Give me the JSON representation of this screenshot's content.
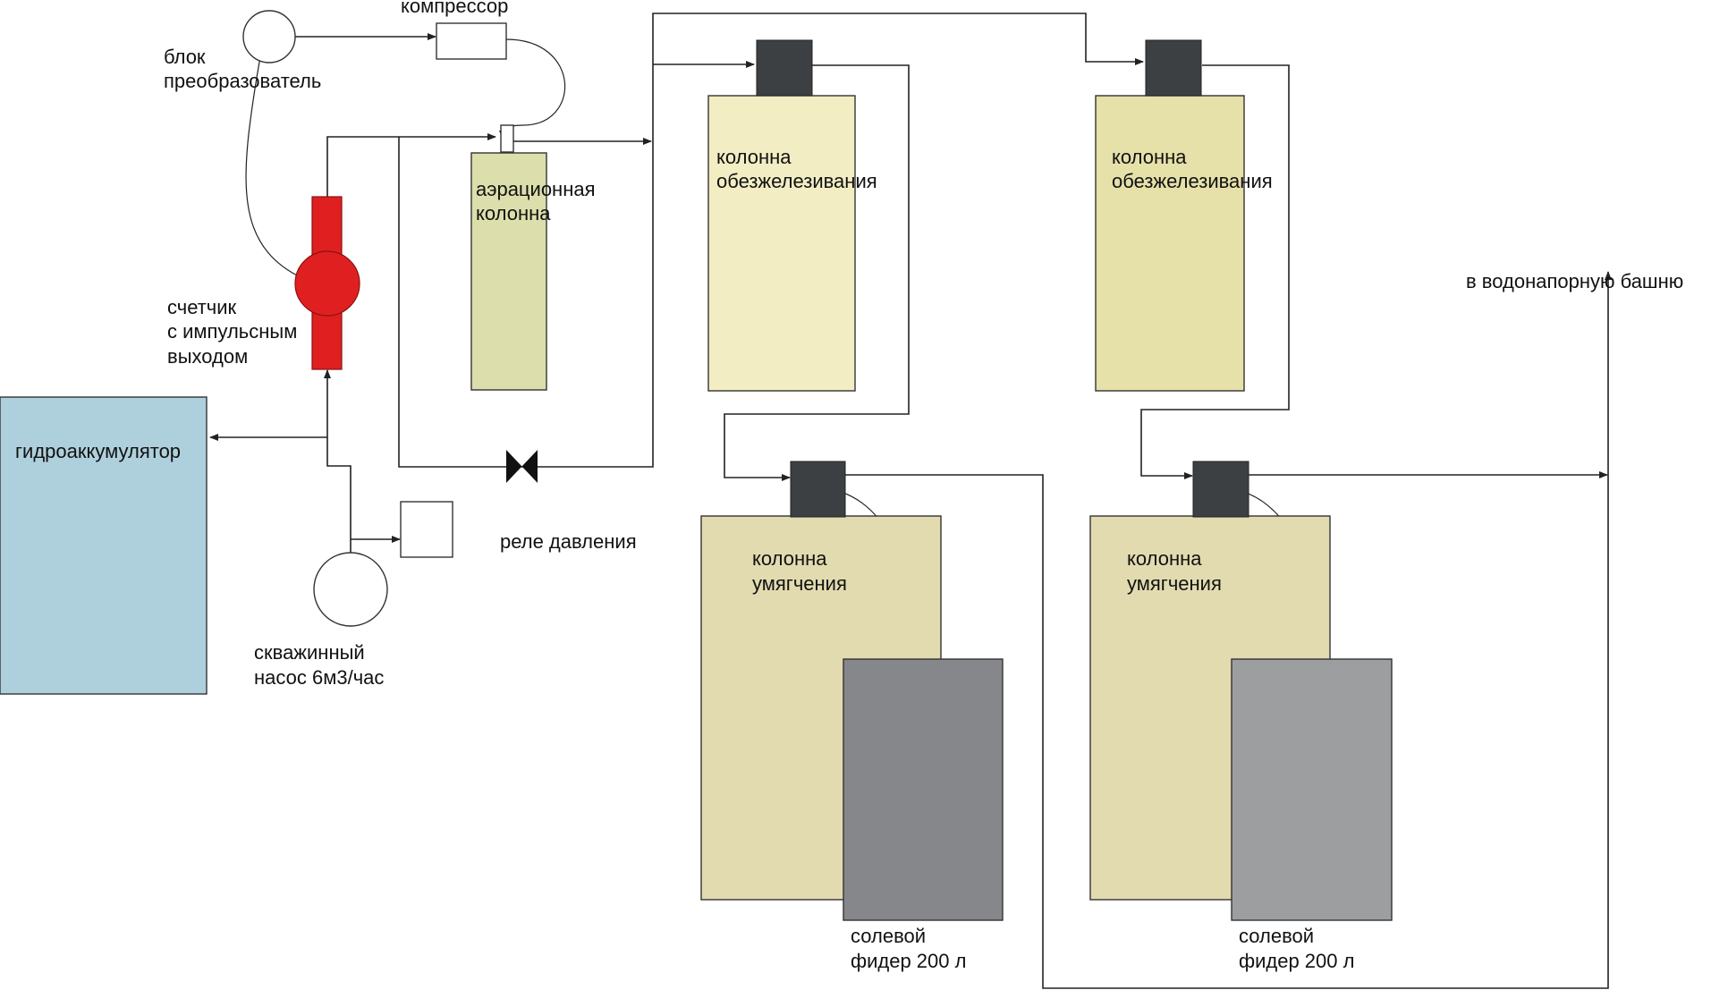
{
  "labels": {
    "converter": [
      "блок",
      "преобразователь"
    ],
    "compressor": "компрессор",
    "aeration": [
      "аэрационная",
      "колонна"
    ],
    "deferr1": [
      "колонна",
      "обезжелезивания"
    ],
    "deferr2": [
      "колонна",
      "обезжелезивания"
    ],
    "tower": "в водонапорную башню",
    "meter": [
      "счетчик",
      "с импульсным",
      "выходом"
    ],
    "accumulator": "гидроаккумулятор",
    "relay": "реле давления",
    "pump": [
      "скважинный",
      "насос 6м3/час"
    ],
    "soft1": [
      "колонна",
      "умягчения"
    ],
    "soft2": [
      "колонна",
      "умягчения"
    ],
    "brine1": [
      "солевой",
      "фидер 200 л"
    ],
    "brine2": [
      "солевой",
      "фидер 200 л"
    ]
  },
  "colors": {
    "meter": "#e02020",
    "accumulator": "#aed0dc",
    "aeration": "#dcdfab",
    "deferr1": "#f2edc3",
    "deferr2": "#e6e0a9",
    "softener": "#e2dbb0",
    "brine1": "#86878b",
    "brine2": "#9d9ea0",
    "valve_head": "#3c4042"
  }
}
